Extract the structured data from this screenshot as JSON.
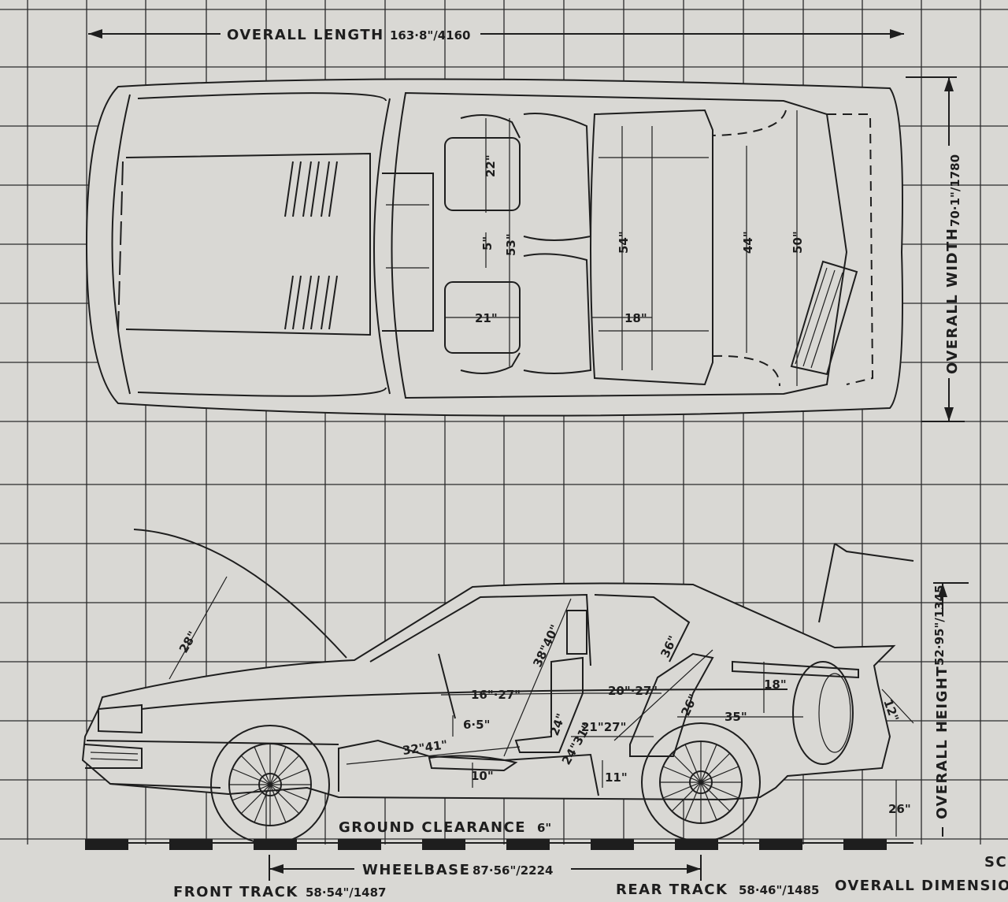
{
  "top_view": {
    "overall_length_label": "OVERALL LENGTH",
    "overall_length_value": "163·8\"/4160",
    "overall_width_label": "OVERALL WIDTH",
    "overall_width_value": "70·1\"/1780",
    "dims": {
      "front_seat_length": "22\"",
      "front_seat_gap": "5\"",
      "front_seat_to_door": "53\"",
      "front_seat_width": "21\"",
      "rear_seat_width": "54\"",
      "rear_seat_depth": "18\"",
      "boot_width": "44\"",
      "boot_overall": "50\""
    }
  },
  "side_view": {
    "overall_height_label": "OVERALL HEIGHT",
    "overall_height_value": "52·95\"/1345",
    "ground_clearance_label": "GROUND CLEARANCE",
    "ground_clearance_value": "6\"",
    "wheelbase_label": "WHEELBASE",
    "wheelbase_value": "87·56\"/2224",
    "front_track_label": "FRONT TRACK",
    "front_track_value": "58·54\"/1487",
    "rear_track_label": "REAR TRACK",
    "rear_track_value": "58·46\"/1485",
    "dims": {
      "bonnet_angle": "28\"",
      "front_headroom": "38\"40\"",
      "rear_headroom": "36\"",
      "front_legroom": "16\"·27\"",
      "rear_legroom": "20\"·27\"",
      "steering_to_seat": "6·5\"",
      "pedal_to_seat": "32\"41\"",
      "front_seat_back": "24\"",
      "rear_knee": "21\"27\"",
      "rear_seat_back": "26\"",
      "cushion_height": "24\"31\"",
      "floor_to_seat": "10\"",
      "rear_floor": "11\"",
      "boot_height": "18\"",
      "boot_length": "35\"",
      "sill_height": "26\"",
      "lip_height": "12\""
    }
  },
  "footer": {
    "scale_label": "SC",
    "overall_dimensions_label": "OVERALL DIMENSIONS"
  }
}
